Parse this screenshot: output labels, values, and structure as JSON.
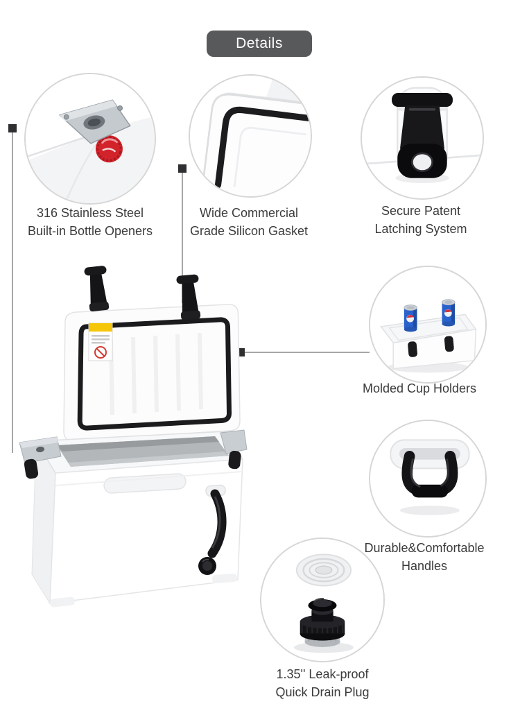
{
  "title": "Details",
  "colors": {
    "badge_bg": "#58595B",
    "badge_text": "#FFFFFF",
    "caption_text": "#3B3B3B",
    "connector_line": "#A6A6A6",
    "connector_marker": "#2F2F31",
    "latch_black": "#141416",
    "can_blue": "#2A62CC",
    "cap_red": "#D2232B",
    "cooler_white": "#FDFDFD",
    "interior_gray": "#B4B7BA"
  },
  "features": [
    {
      "id": "bottle-openers",
      "line1": "316 Stainless Steel",
      "line2": "Built-in Bottle Openers",
      "icon": "bottle-opener-photo"
    },
    {
      "id": "silicon-gasket",
      "line1": "Wide Commercial",
      "line2": "Grade Silicon Gasket",
      "icon": "silicon-gasket-photo"
    },
    {
      "id": "latching-system",
      "line1": "Secure Patent",
      "line2": "Latching System",
      "icon": "latch-photo"
    },
    {
      "id": "cup-holders",
      "line1": "Molded Cup Holders",
      "line2": "",
      "icon": "cup-holders-photo"
    },
    {
      "id": "handles",
      "line1": "Durable&Comfortable",
      "line2": "Handles",
      "icon": "handle-photo"
    },
    {
      "id": "drain-plug",
      "line1": "1.35'' Leak-proof",
      "line2": "Quick Drain Plug",
      "icon": "drain-plug-photo"
    }
  ],
  "product": {
    "name": "open cooler box product photo"
  }
}
